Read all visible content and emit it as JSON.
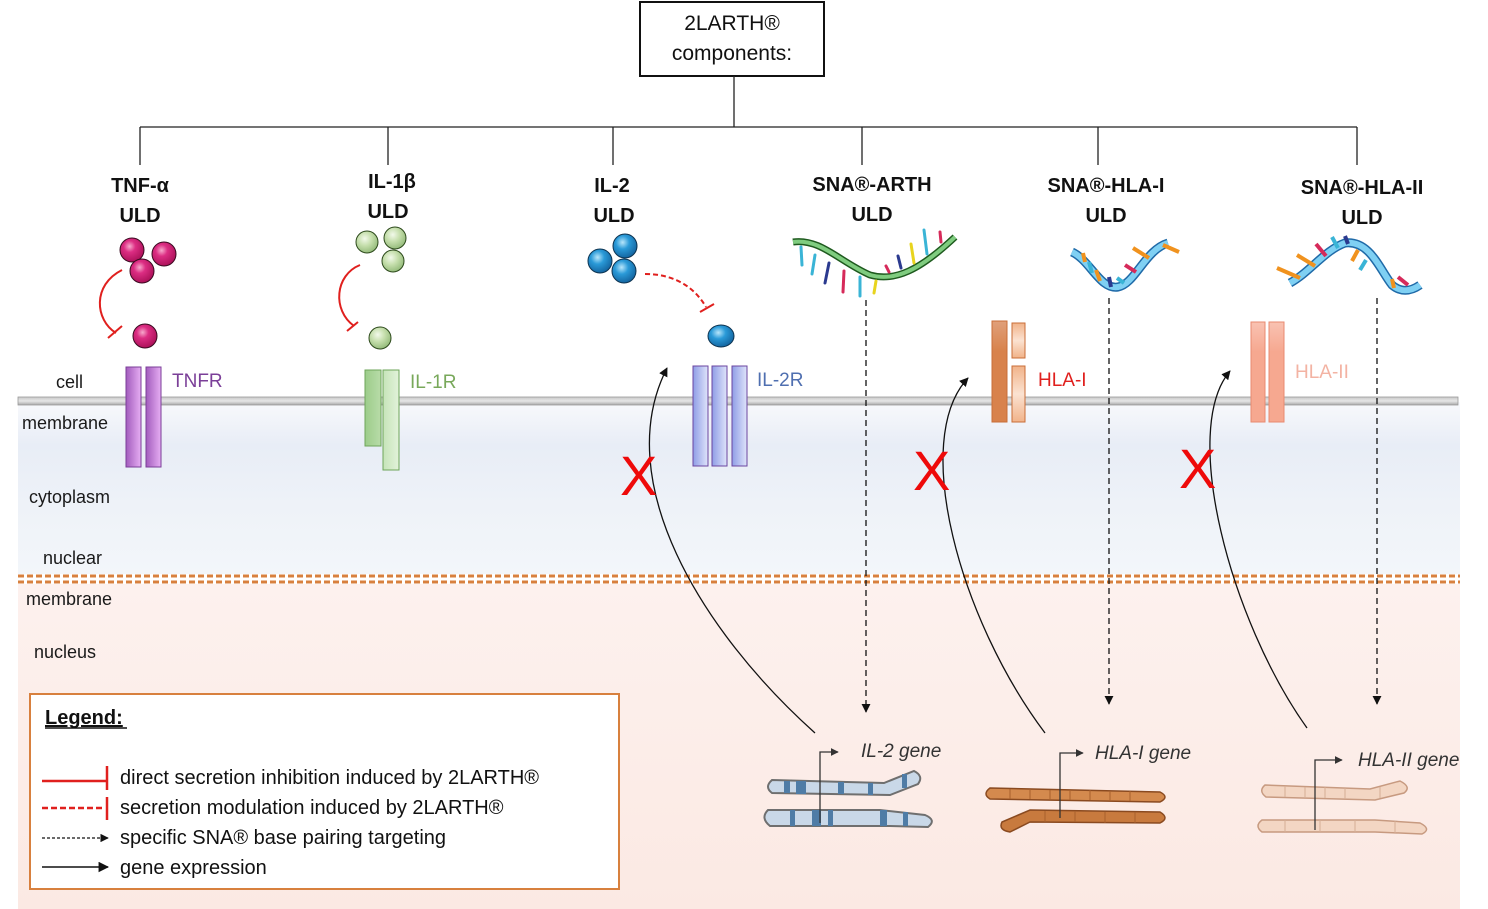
{
  "title": {
    "line1": "2LARTH®",
    "line2": "components:"
  },
  "components": [
    {
      "id": "tnf",
      "name": "TNF-α",
      "sub": "ULD"
    },
    {
      "id": "il1b",
      "name": "IL-1β",
      "sub": "ULD"
    },
    {
      "id": "il2",
      "name": "IL-2",
      "sub": "ULD"
    },
    {
      "id": "sna-arth",
      "name": "SNA®-ARTH",
      "sub": "ULD"
    },
    {
      "id": "sna-hla1",
      "name": "SNA®-HLA-I",
      "sub": "ULD"
    },
    {
      "id": "sna-hla2",
      "name": "SNA®-HLA-II",
      "sub": "ULD"
    }
  ],
  "regions": {
    "cell": "cell",
    "membrane": "membrane",
    "cytoplasm": "cytoplasm",
    "nuclear": "nuclear",
    "nuclear_membrane": "membrane",
    "nucleus": "nucleus"
  },
  "receptors": [
    {
      "label": "TNFR",
      "color": "#7b3f98"
    },
    {
      "label": "IL-1R",
      "color": "#78a85a"
    },
    {
      "label": "IL-2R",
      "color": "#4f6fb0"
    },
    {
      "label": "HLA-I",
      "color": "#e0201e"
    },
    {
      "label": "HLA-II",
      "color": "#f3b3a3"
    }
  ],
  "blocked_marks": [
    "X",
    "X",
    "X"
  ],
  "genes": [
    {
      "label": "IL-2 gene"
    },
    {
      "label": "HLA-I gene"
    },
    {
      "label": "HLA-II gene"
    }
  ],
  "legend": {
    "title": "Legend:",
    "items": [
      {
        "style": "solid-inhibition",
        "label": "direct secretion inhibition induced by 2LARTH®"
      },
      {
        "style": "dashed-inhibition",
        "label": "secretion modulation induced by 2LARTH®"
      },
      {
        "style": "dotted-arrow",
        "label": "specific SNA® base pairing targeting"
      },
      {
        "style": "solid-arrow",
        "label": "gene expression"
      }
    ]
  },
  "colors": {
    "inhibition_red": "#e0201e",
    "nuclear_membrane": "#d8803e",
    "tnf_ball": "#d2176f",
    "il1_ball": "#c5dcb0",
    "il2_ball": "#2a8fd0",
    "cytoplasm_bg": "#eef2f8",
    "nucleus_bg": "#fcede8"
  }
}
